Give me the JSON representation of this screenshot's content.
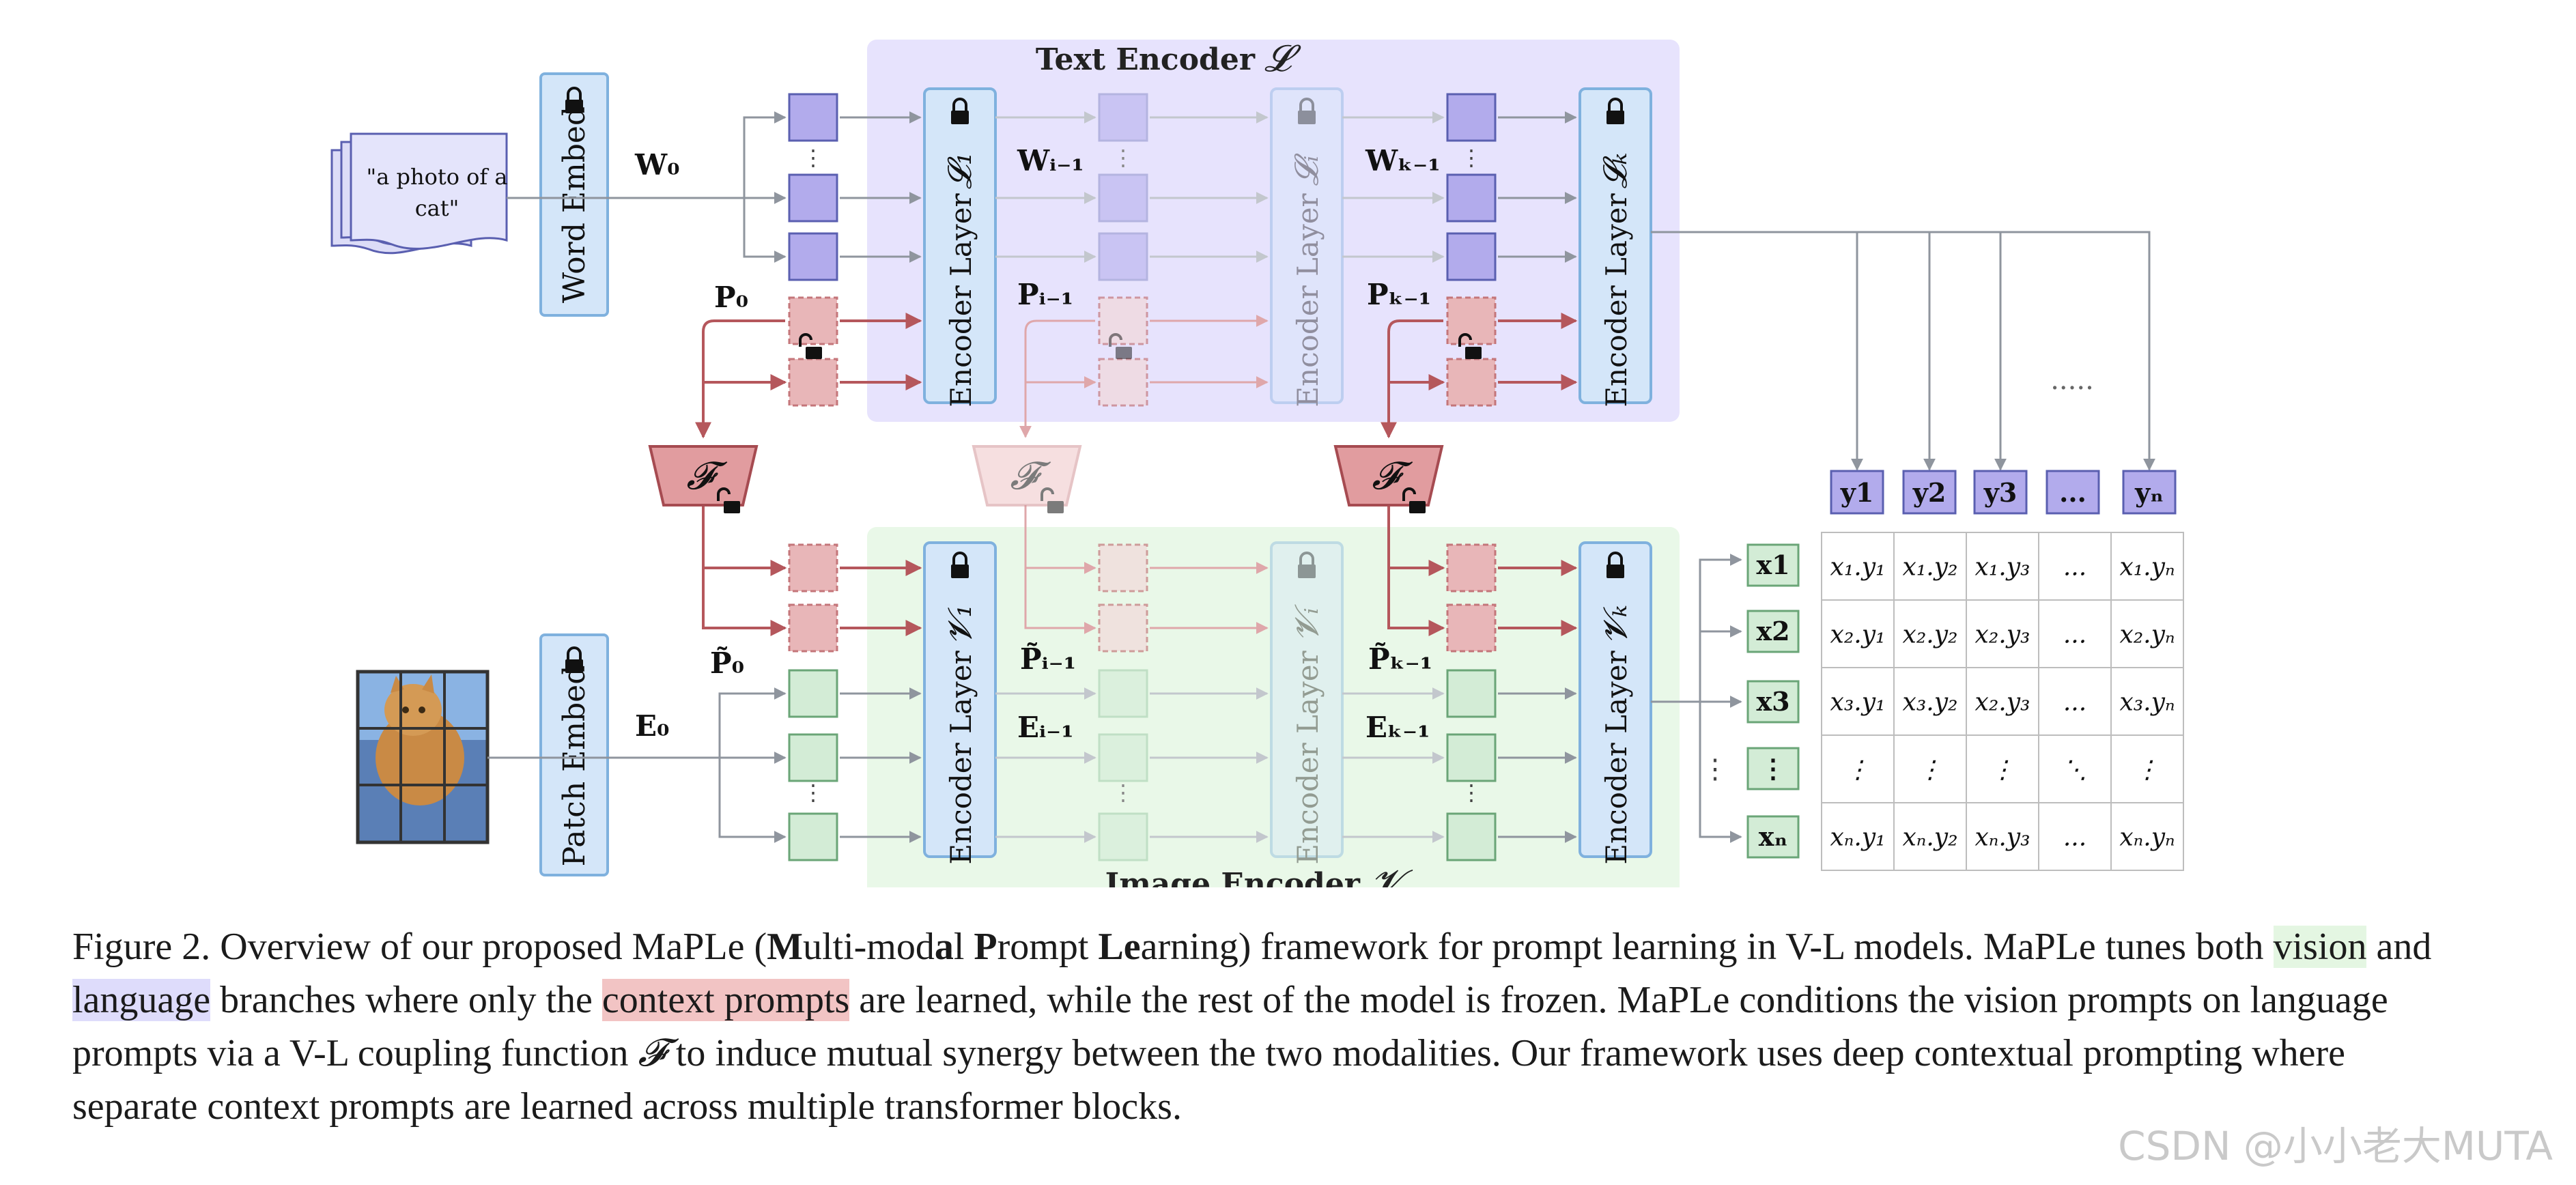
{
  "figure": {
    "text_encoder_title": "Text Encoder",
    "text_encoder_symbol": "𝓛",
    "image_encoder_title": "Image Encoder",
    "image_encoder_symbol": "𝓥",
    "input_text_line1": "\"a photo of a",
    "input_text_line2": "cat\"",
    "word_embed_label": "Word Embed",
    "patch_embed_label": "Patch Embed",
    "encoder_layer_label": "Encoder Layer",
    "text_layer_sym_1": "𝓛₁",
    "text_layer_sym_i": "𝓛ᵢ",
    "text_layer_sym_k": "𝓛ₖ",
    "image_layer_sym_1": "𝓥₁",
    "image_layer_sym_i": "𝓥ᵢ",
    "image_layer_sym_k": "𝓥ₖ",
    "w0": "W₀",
    "wi": "Wᵢ₋₁",
    "wk": "Wₖ₋₁",
    "p0": "P₀",
    "pi": "Pᵢ₋₁",
    "pk": "Pₖ₋₁",
    "pt0": "P̃₀",
    "pti": "P̃ᵢ₋₁",
    "ptk": "P̃ₖ₋₁",
    "e0": "E₀",
    "ei": "Eᵢ₋₁",
    "ek": "Eₖ₋₁",
    "coupling_symbol": "𝓕",
    "dots_h": ".....",
    "y_labels": [
      "y1",
      "y2",
      "y3",
      "...",
      "yₙ"
    ],
    "x_labels": [
      "x1",
      "x2",
      "x3",
      "⋮",
      "xₙ"
    ],
    "matrix": [
      [
        "x₁.y₁",
        "x₁.y₂",
        "x₁.y₃",
        "...",
        "x₁.yₙ"
      ],
      [
        "x₂.y₁",
        "x₂.y₂",
        "x₂.y₃",
        "...",
        "x₂.yₙ"
      ],
      [
        "x₃.y₁",
        "x₃.y₂",
        "x₂.y₃",
        "...",
        "x₃.yₙ"
      ],
      [
        "⋮",
        "⋮",
        "⋮",
        "⋱",
        "⋮"
      ],
      [
        "xₙ.y₁",
        "xₙ.y₂",
        "xₙ.y₃",
        "...",
        "xₙ.yₙ"
      ]
    ],
    "colors": {
      "text_encoder_bg": "#e7e3fd",
      "image_encoder_bg": "#e9f8e8",
      "layer_fill": "#d4e6f9",
      "layer_stroke": "#7fb1de",
      "text_token": "#b2abec",
      "image_token": "#d3ecd6",
      "prompt_token": "#e8b6b8",
      "coupling": "#e19c9f",
      "arrow_gray": "#8f959e",
      "arrow_red": "#b5575c"
    }
  },
  "caption": {
    "s1": "Figure 2. Overview of our proposed MaPLe (",
    "m": "M",
    "s2": "ulti-mod",
    "a": "a",
    "s3": "l ",
    "p": "P",
    "s4": "rompt ",
    "le": "Le",
    "s5": "arning) framework for prompt learning in V-L models. MaPLe tunes both ",
    "vision": "vision",
    "s6": " and ",
    "language": "language",
    "s7": " branches where only the ",
    "context": "context prompts",
    "s8": " are learned, while the rest of the model is frozen. MaPLe conditions the vision prompts on language prompts via a V-L coupling function ",
    "f": "𝓕",
    "s9": " to induce mutual synergy between the two modalities. Our framework uses deep contextual prompting where separate context prompts are learned across multiple transformer blocks."
  },
  "watermark": "CSDN @小小老大MUTA"
}
